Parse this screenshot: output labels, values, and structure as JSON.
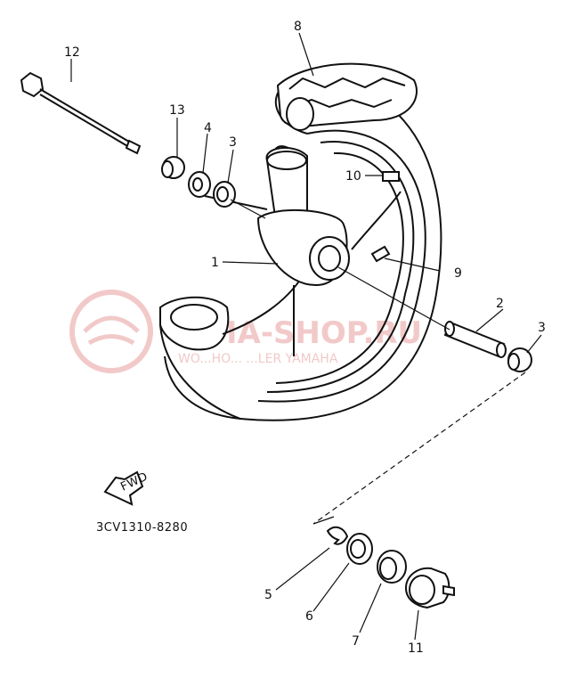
{
  "diagram": {
    "part_code": "3CV1310-8280",
    "fwd_label": "FWD",
    "callouts": {
      "c1": "1",
      "c2": "2",
      "c3a": "3",
      "c3b": "3",
      "c4": "4",
      "c5": "5",
      "c6": "6",
      "c7": "7",
      "c8": "8",
      "c9": "9",
      "c10": "10",
      "c11": "11",
      "c12": "12",
      "c13": "13"
    }
  },
  "watermark": {
    "main": "YAMA-SHOP.RU",
    "sub": "WO...HO... ...LER YAMAHA",
    "color": "#f2c9c9"
  }
}
